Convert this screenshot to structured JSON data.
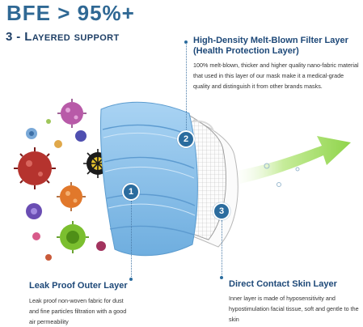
{
  "headline": "BFE > 95%+",
  "subheading": "3 - Layered support",
  "layers": {
    "outer": {
      "number": "1",
      "title": "Leak Proof Outer Layer",
      "description": "Leak proof non-woven fabric for dust and fine particles filtration with a good air permeability"
    },
    "filter": {
      "number": "2",
      "title": "High-Density Melt-Blown Filter Layer (Health Protection Layer)",
      "description": "100% melt-blown, thicker and higher quality nano-fabric material that used in this layer of our mask make it a medical-grade quality and distinguish it from other brands masks."
    },
    "inner": {
      "number": "3",
      "title": "Direct Contact Skin Layer",
      "description": "Inner layer is made of hyposensitivity and hypostimulation facial tissue, soft and gentle to the skin"
    }
  },
  "colors": {
    "brand_blue": "#2f6894",
    "badge_blue": "#2b6c9e",
    "mask_blue": "#8fc3ea",
    "arrow_green": "#8fd44a"
  }
}
